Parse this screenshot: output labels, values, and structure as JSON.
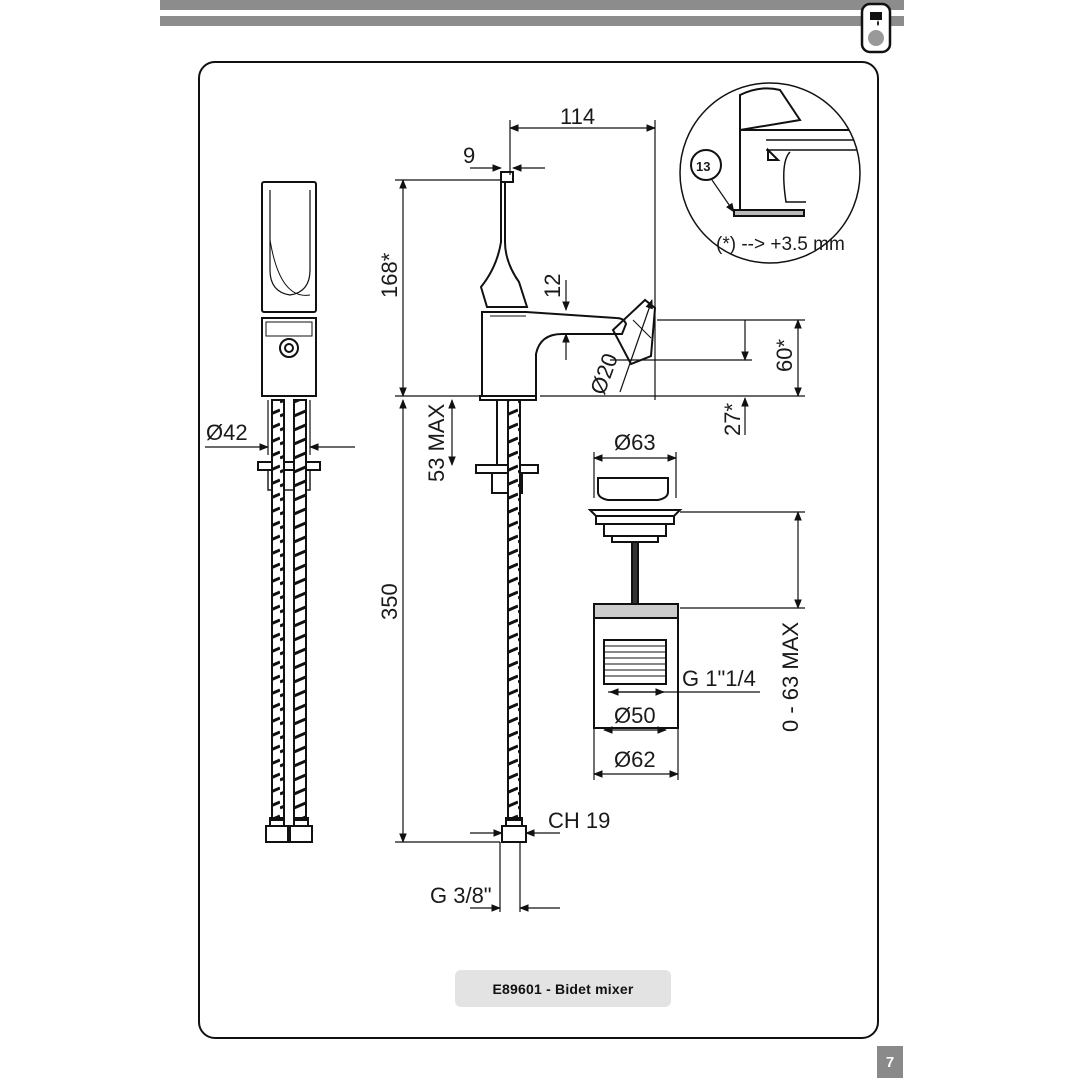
{
  "header": {
    "bar_color": "#8c8c8c",
    "icon": "faucet-drop-icon"
  },
  "dimensions": {
    "d114": "114",
    "d9": "9",
    "d168": "168*",
    "d12": "12",
    "d60": "60*",
    "d20": "Ø20",
    "d27": "27*",
    "d42": "Ø42",
    "d53": "53 MAX",
    "d350": "350",
    "d63": "Ø63",
    "d063": "0 - 63 MAX",
    "g114": "G 1\"1/4",
    "d50": "Ø50",
    "d62": "Ø62",
    "ch19": "CH 19",
    "g38": "G 3/8\""
  },
  "detail": {
    "callout": "13",
    "note": "(*) --> +3.5 mm"
  },
  "caption": "E89601 - Bidet mixer",
  "page_number": "7"
}
